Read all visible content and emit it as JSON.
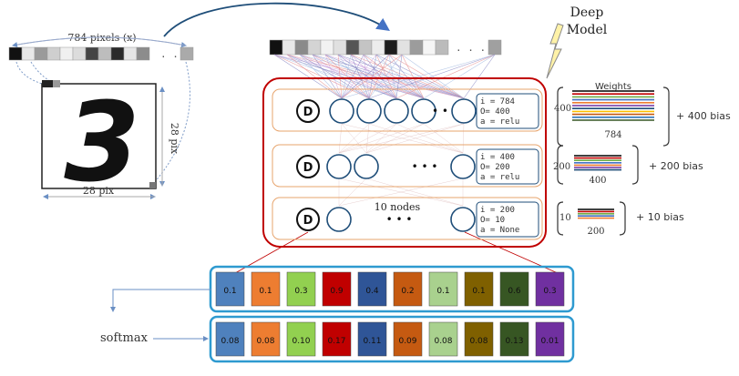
{
  "input": {
    "pixels_label": "784 pixels (x)",
    "height_label": "28 pix",
    "width_label": "28 pix",
    "digit_glyph": "3",
    "strip_ellipsis": ". . ."
  },
  "model_label": {
    "line1": "Deep",
    "line2": "Model"
  },
  "top_strip_ellipsis": ". . .",
  "layers": [
    {
      "node_marker": "D",
      "ellipsis": "• •",
      "center_label": "",
      "params": [
        "i = 784",
        "O= 400",
        "a = relu"
      ]
    },
    {
      "node_marker": "D",
      "ellipsis": "• • •",
      "center_label": "",
      "params": [
        "i = 400",
        "O= 200",
        "a = relu"
      ]
    },
    {
      "node_marker": "D",
      "ellipsis": "• • •",
      "center_label": "10 nodes",
      "params": [
        "i = 200",
        "O= 10",
        "a = None"
      ]
    }
  ],
  "weights": [
    {
      "title": "Weights",
      "rows": "400",
      "cols": "784",
      "bias": "+ 400 bias"
    },
    {
      "title": "",
      "rows": "200",
      "cols": "400",
      "bias": "+ 200 bias"
    },
    {
      "title": "",
      "rows": "10",
      "cols": "200",
      "bias": "+ 10 bias"
    }
  ],
  "outputs": {
    "logits": [
      "0.1",
      "0.1",
      "0.3",
      "0.9",
      "0.4",
      "0.2",
      "0.1",
      "0.1",
      "0.6",
      "0.3"
    ],
    "probs": [
      "0.08",
      "0.08",
      "0.10",
      "0.17",
      "0.11",
      "0.09",
      "0.08",
      "0.08",
      "0.13",
      "0.01"
    ],
    "cell_colors": [
      "#4f81bd",
      "#ed7d31",
      "#92d050",
      "#c00000",
      "#2f5597",
      "#c55a11",
      "#a9d18e",
      "#7f6000",
      "#375623",
      "#7030a0"
    ],
    "softmax_label": "softmax"
  },
  "colors": {
    "network_border": "#c00000",
    "layer_border": "#e7a46d",
    "node_stroke": "#1f4e79",
    "output_border": "#2e9ad0",
    "arrow": "#6a8fc4"
  }
}
